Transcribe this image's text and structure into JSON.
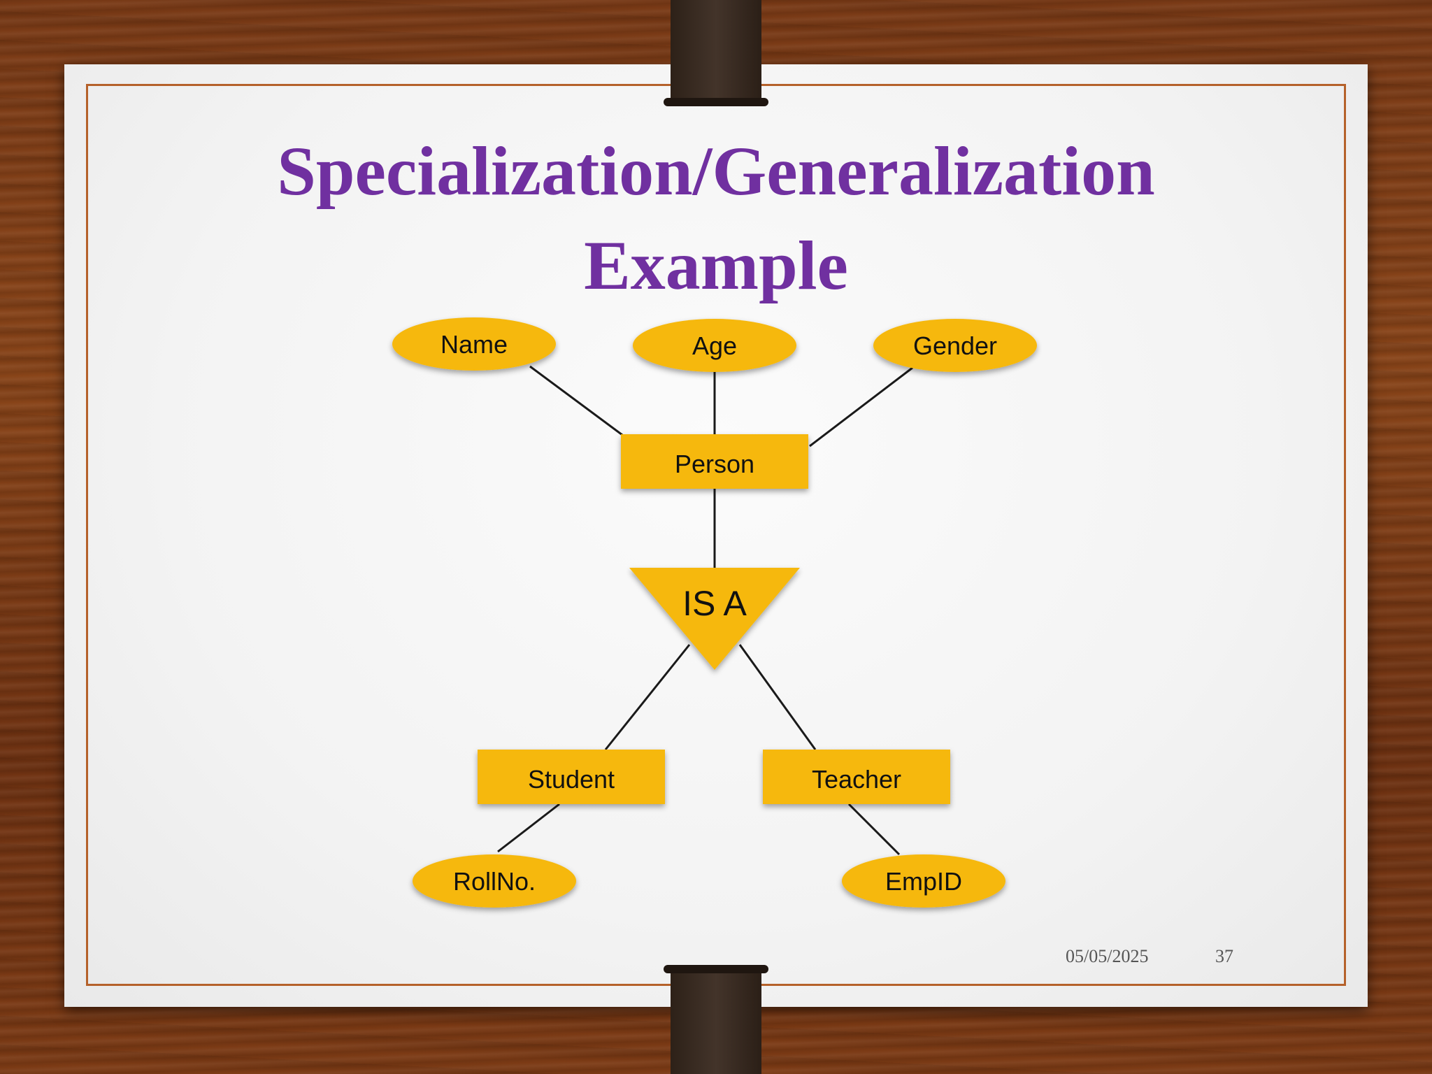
{
  "slide": {
    "title_line1": "Specialization/Generalization",
    "title_line2": "Example",
    "date": "05/05/2025",
    "page_number": "37"
  },
  "diagram": {
    "attributes": {
      "name": "Name",
      "age": "Age",
      "gender": "Gender",
      "rollno": "RollNo.",
      "empid": "EmpID"
    },
    "entities": {
      "person": "Person",
      "student": "Student",
      "teacher": "Teacher"
    },
    "relationship": "IS A"
  },
  "colors": {
    "title": "#7030a0",
    "shape_fill": "#f6b80d",
    "frame": "#b5612a"
  }
}
